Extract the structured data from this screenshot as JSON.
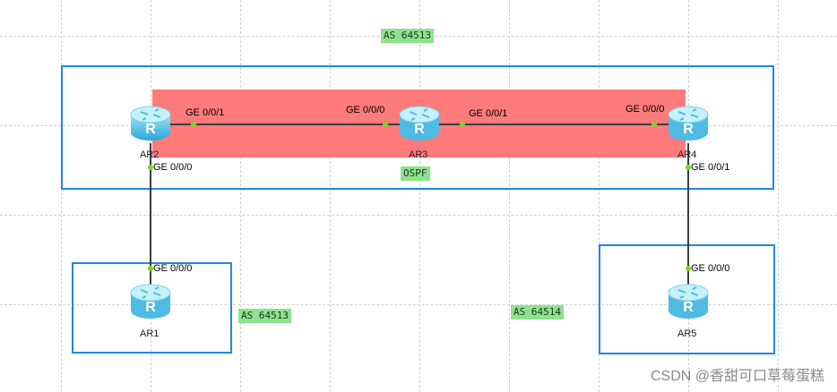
{
  "as_labels": {
    "top": "AS 64513",
    "left": "AS 64513",
    "right": "AS 64514"
  },
  "ospf_label": "OSPF",
  "routers": {
    "ar1": "AR1",
    "ar2": "AR2",
    "ar3": "AR3",
    "ar4": "AR4",
    "ar5": "AR5"
  },
  "ports": {
    "ar2_g001": "GE 0/0/1",
    "ar2_g000": "GE 0/0/0",
    "ar3_g000": "GE 0/0/0",
    "ar3_g001": "GE 0/0/1",
    "ar4_g000": "GE 0/0/0",
    "ar4_g001": "GE 0/0/1",
    "ar1_g000": "GE 0/0/0",
    "ar5_g000": "GE 0/0/0"
  },
  "watermark": "CSDN @香甜可口草莓蛋糕",
  "colors": {
    "as_border": "#1e88e5",
    "ospf_fill": "#ff7b7b",
    "tag_bg": "#8ee28e",
    "port_dot": "#7ed321"
  }
}
